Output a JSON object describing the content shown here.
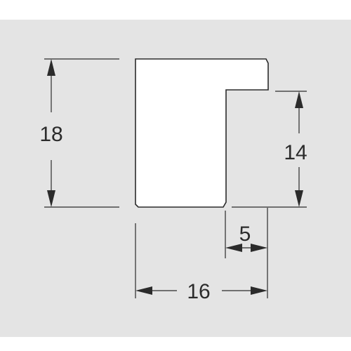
{
  "colors": {
    "panel_background": "#e4e4e4",
    "page_background": "#ffffff",
    "line": "#2b2b2b",
    "profile_fill": "#ffffff"
  },
  "dimensions": {
    "overall_height": "18",
    "rabbet_height": "14",
    "rabbet_width": "5",
    "overall_width": "16"
  }
}
